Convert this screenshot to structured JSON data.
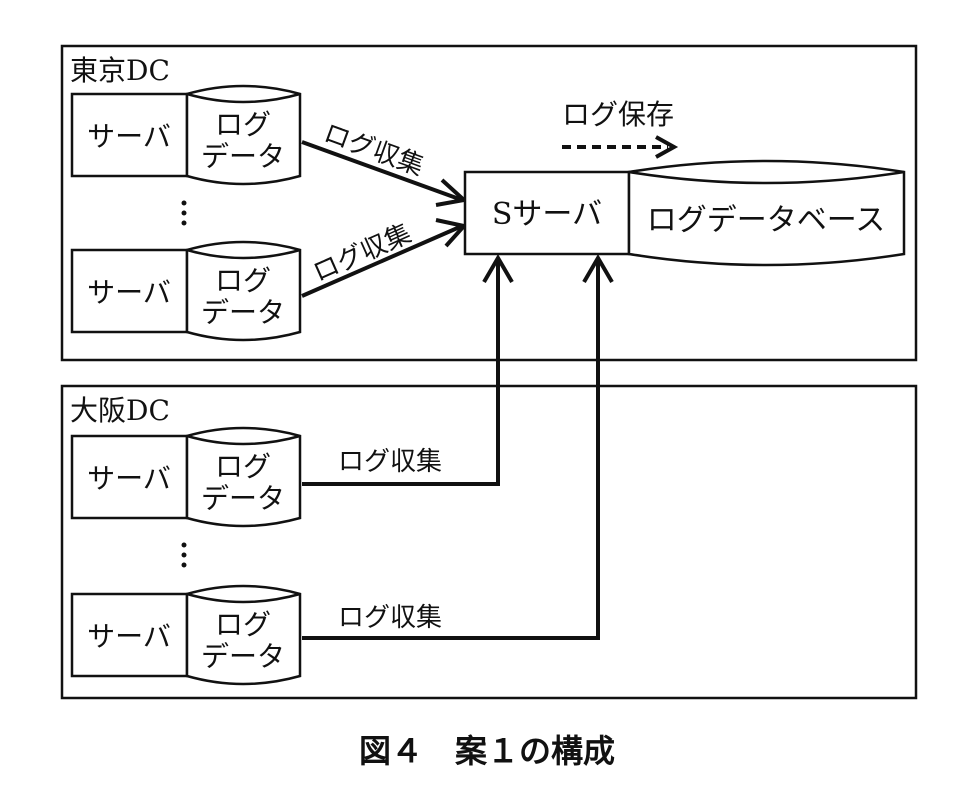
{
  "diagram": {
    "tokyo_dc": {
      "label": "東京DC",
      "servers": [
        {
          "server_label": "サーバ",
          "db_label_line1": "ログ",
          "db_label_line2": "データ",
          "edge_label": "ログ収集"
        },
        {
          "server_label": "サーバ",
          "db_label_line1": "ログ",
          "db_label_line2": "データ",
          "edge_label": "ログ収集"
        }
      ],
      "ellipsis": "⋮"
    },
    "osaka_dc": {
      "label": "大阪DC",
      "servers": [
        {
          "server_label": "サーバ",
          "db_label_line1": "ログ",
          "db_label_line2": "データ",
          "edge_label": "ログ収集"
        },
        {
          "server_label": "サーバ",
          "db_label_line1": "ログ",
          "db_label_line2": "データ",
          "edge_label": "ログ収集"
        }
      ],
      "ellipsis": "⋮"
    },
    "s_server": {
      "label": "Sサーバ"
    },
    "log_database": {
      "label": "ログデータベース"
    },
    "log_save": {
      "label": "ログ保存"
    },
    "caption": "図４　案１の構成"
  }
}
